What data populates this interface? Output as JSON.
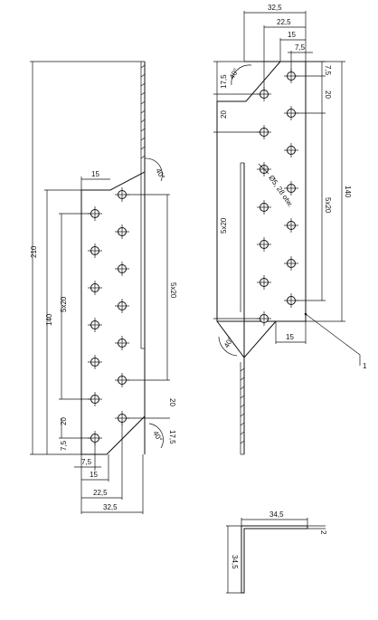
{
  "drawing": {
    "left_view": {
      "dims": {
        "overall_height": "210",
        "plate_height": "140",
        "spacing_holes": "5x20",
        "spacing_right": "5x20",
        "pitch_bottom": "20",
        "pitch_right_bottom": "20",
        "offset_bottom": "7,5",
        "offset_right_bottom": "17,5",
        "top_15": "15",
        "angle_top": "40°",
        "angle_bottom": "40°",
        "bottom_7_5": "7,5",
        "bottom_15": "15",
        "bottom_22_5": "22,5",
        "bottom_32_5": "32,5"
      }
    },
    "right_view": {
      "dims": {
        "top_32_5": "32,5",
        "top_22_5": "22,5",
        "top_15": "15",
        "top_7_5": "7,5",
        "right_7_5": "7,5",
        "right_20": "20",
        "right_5x20": "5x20",
        "right_140": "140",
        "left_17_5": "17,5",
        "left_20": "20",
        "left_5x20": "5x20",
        "angle_top": "40°",
        "angle_bottom": "40°",
        "bottom_15": "15",
        "hole_label": "Ø5, 28 otw.",
        "callout": "1"
      }
    },
    "section_view": {
      "dims": {
        "width": "34,5",
        "height": "34,5",
        "thickness": "2"
      }
    }
  }
}
